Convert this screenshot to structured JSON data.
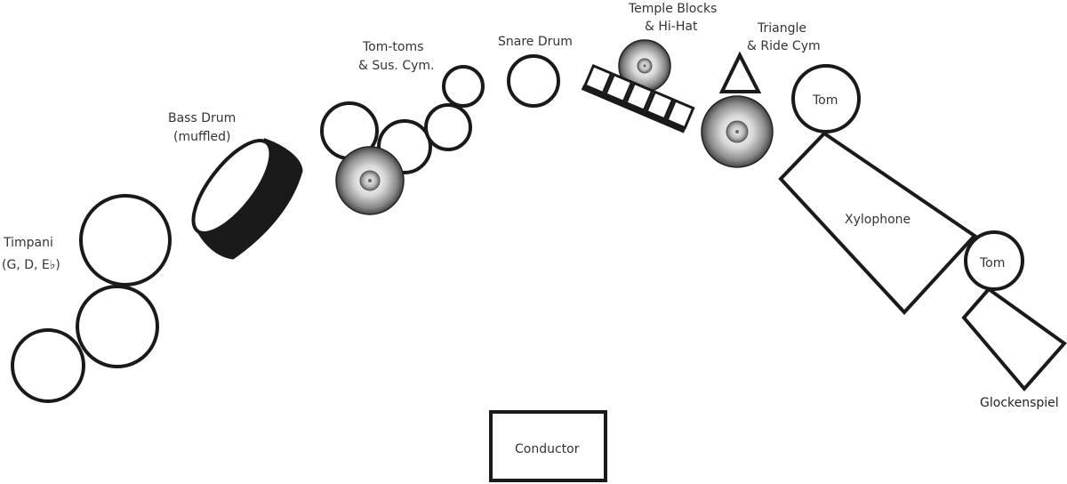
{
  "diagram": {
    "title": "Percussion Setup",
    "labels": {
      "timpani": "Timpani",
      "timpani_notes": "(G, D, E♭)",
      "bass_drum": "Bass Drum",
      "bass_drum_note": "(muffled)",
      "tom_toms": "Tom-toms",
      "tom_toms_2": "& Sus. Cym.",
      "snare": "Snare Drum",
      "temple_blocks": "Temple Blocks",
      "temple_blocks_2": "& Hi-Hat",
      "triangle": "Triangle",
      "triangle_2": "& Ride Cym",
      "tom_upper": "Tom",
      "xylophone": "Xylophone",
      "tom_lower": "Tom",
      "glockenspiel": "Glockenspiel",
      "conductor": "Conductor"
    },
    "colors": {
      "stroke": "#1a1a1a",
      "text": "#333333",
      "cymbal_light": "#ffffff",
      "cymbal_dark": "#444444"
    }
  }
}
